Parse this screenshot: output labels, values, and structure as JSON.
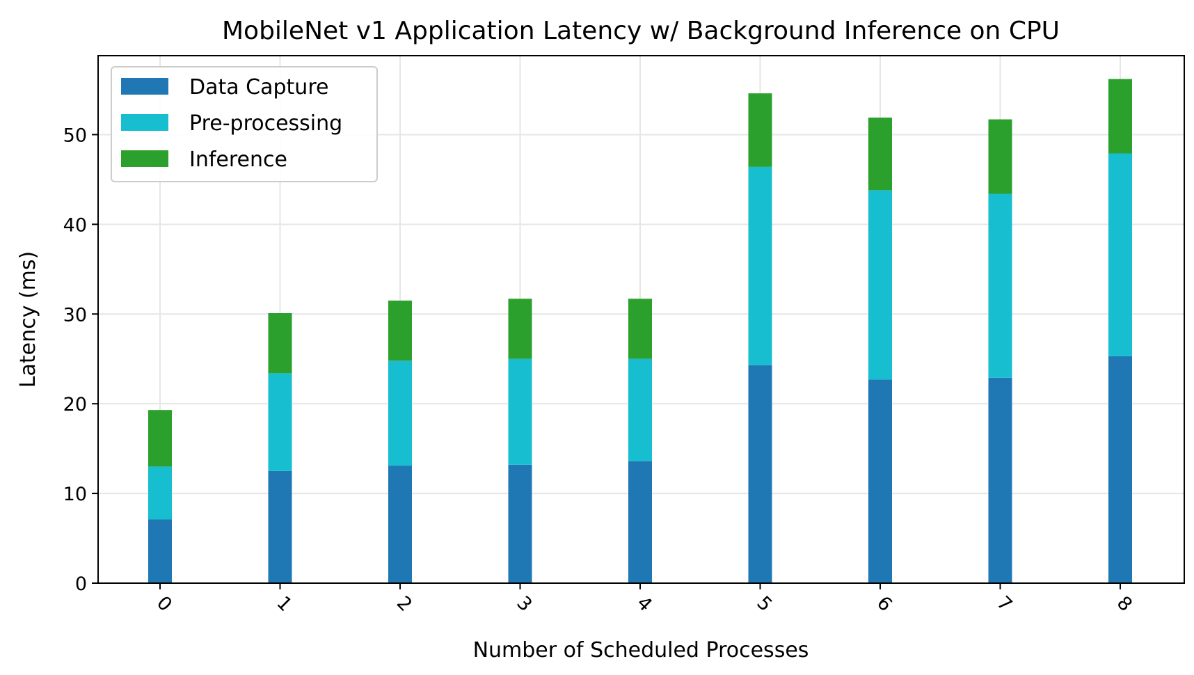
{
  "chart_data": {
    "type": "bar",
    "stacked": true,
    "title": "MobileNet v1 Application Latency w/ Background Inference on CPU",
    "xlabel": "Number of Scheduled Processes",
    "ylabel": "Latency (ms)",
    "categories": [
      "0",
      "1",
      "2",
      "3",
      "4",
      "5",
      "6",
      "7",
      "8"
    ],
    "series": [
      {
        "name": "Data Capture",
        "color": "#1f77b4",
        "values": [
          7.1,
          12.5,
          13.1,
          13.2,
          13.6,
          24.3,
          22.7,
          22.9,
          25.3
        ]
      },
      {
        "name": "Pre-processing",
        "color": "#17becf",
        "values": [
          5.9,
          10.9,
          11.7,
          11.8,
          11.4,
          22.1,
          21.1,
          20.5,
          22.6
        ]
      },
      {
        "name": "Inference",
        "color": "#2ca02c",
        "values": [
          6.3,
          6.7,
          6.7,
          6.7,
          6.7,
          8.2,
          8.1,
          8.3,
          8.3
        ]
      }
    ],
    "yticks": [
      0,
      10,
      20,
      30,
      40,
      50
    ],
    "ylim": [
      0,
      58.8
    ],
    "grid": true,
    "legend_position": "top-left"
  }
}
